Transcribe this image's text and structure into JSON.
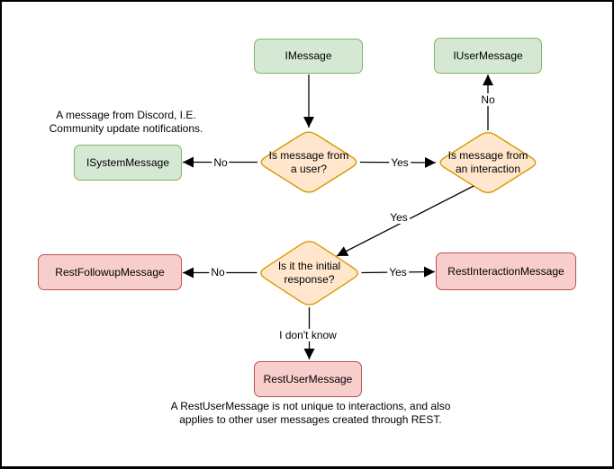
{
  "diagram": {
    "type": "flowchart",
    "nodes": {
      "imessage": {
        "label": "IMessage",
        "kind": "class",
        "color": "green"
      },
      "iusermessage": {
        "label": "IUserMessage",
        "kind": "class",
        "color": "green"
      },
      "isystemmessage": {
        "label": "ISystemMessage",
        "kind": "class",
        "color": "green"
      },
      "q_from_user": {
        "label": "Is message from a user?",
        "kind": "decision",
        "color": "orange"
      },
      "q_from_interaction": {
        "label": "Is message from an interaction",
        "kind": "decision",
        "color": "orange"
      },
      "q_initial_response": {
        "label": "Is it the initial response?",
        "kind": "decision",
        "color": "orange"
      },
      "restfollowupmessage": {
        "label": "RestFollowupMessage",
        "kind": "class",
        "color": "red"
      },
      "restinteractionmessage": {
        "label": "RestInteractionMessage",
        "kind": "class",
        "color": "red"
      },
      "restusermessage": {
        "label": "RestUserMessage",
        "kind": "class",
        "color": "red"
      }
    },
    "edges": [
      {
        "from": "imessage",
        "to": "q_from_user",
        "label": ""
      },
      {
        "from": "q_from_user",
        "to": "isystemmessage",
        "label": "No"
      },
      {
        "from": "q_from_user",
        "to": "q_from_interaction",
        "label": "Yes"
      },
      {
        "from": "q_from_interaction",
        "to": "iusermessage",
        "label": "No"
      },
      {
        "from": "q_from_interaction",
        "to": "q_initial_response",
        "label": "Yes"
      },
      {
        "from": "q_initial_response",
        "to": "restfollowupmessage",
        "label": "No"
      },
      {
        "from": "q_initial_response",
        "to": "restinteractionmessage",
        "label": "Yes"
      },
      {
        "from": "q_initial_response",
        "to": "restusermessage",
        "label": "I don't know"
      }
    ],
    "annotations": {
      "system_note": "A message from Discord, I.E. Community update notifications.",
      "restuser_note": "A RestUserMessage is not unique to interactions, and also applies to other user messages created through REST."
    },
    "colors": {
      "class_green_fill": "#d5e8d4",
      "class_green_stroke": "#82b366",
      "decision_orange_fill": "#ffe6cc",
      "decision_orange_stroke": "#d79b00",
      "class_red_fill": "#f8cecc",
      "class_red_stroke": "#b85450",
      "connector": "#000000",
      "background": "#ffffff"
    }
  }
}
